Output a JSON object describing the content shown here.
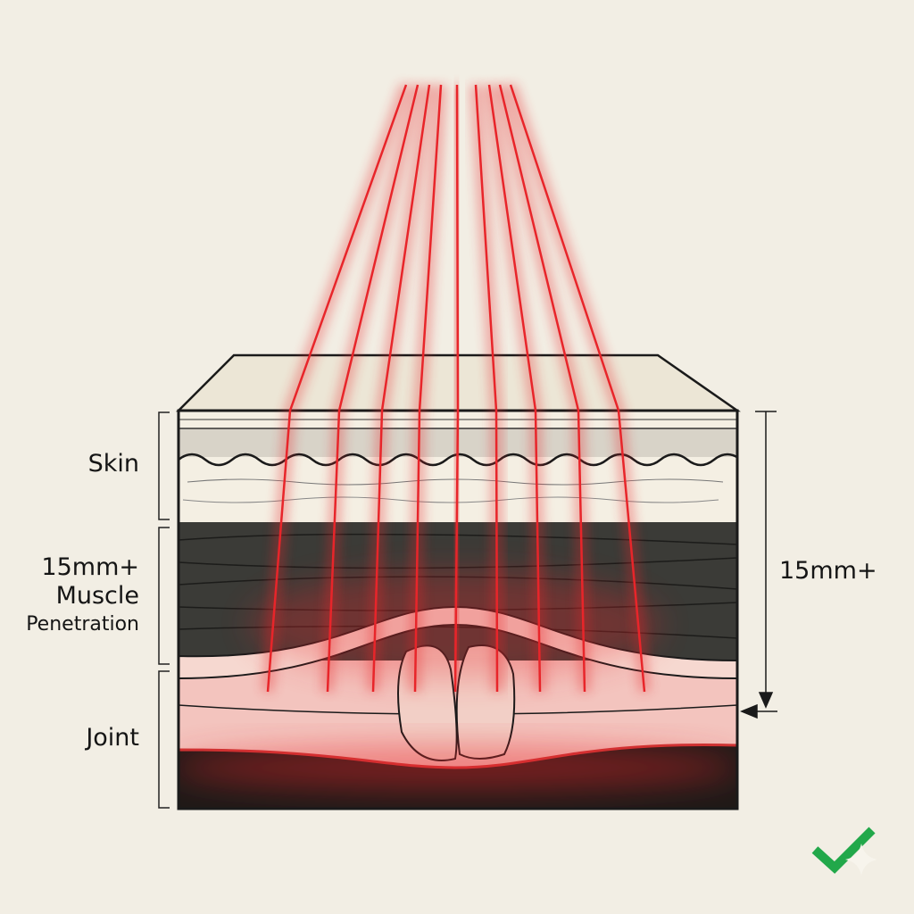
{
  "labels": {
    "skin": "Skin",
    "muscle_line1": "15mm+",
    "muscle_line2": "Muscle",
    "muscle_line3": "Penetration",
    "joint": "Joint",
    "depth": "15mm+"
  },
  "colors": {
    "background": "#f2eee4",
    "beam": "#e8252a",
    "muscle": "#3b3b37",
    "joint": "#f3c4be",
    "checkmark": "#22a84a"
  },
  "icons": {
    "checkmark": "check-icon"
  }
}
